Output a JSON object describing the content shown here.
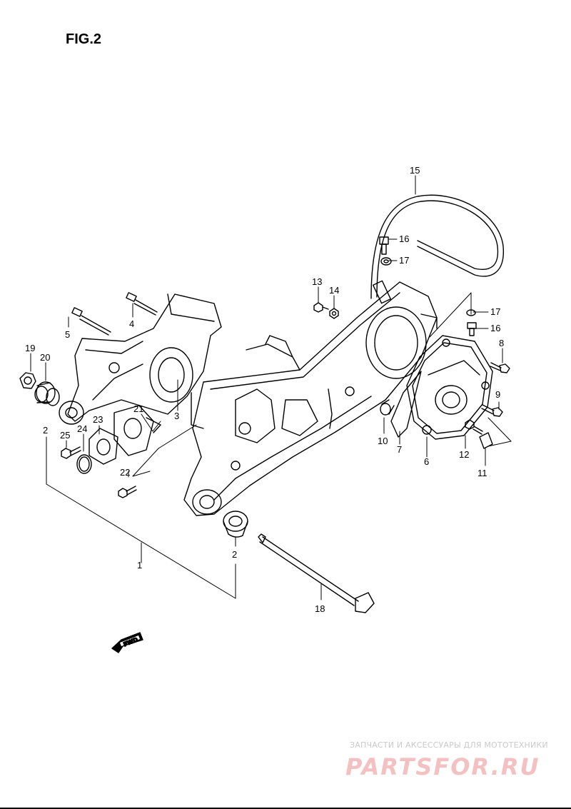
{
  "title": "FIG.2",
  "callouts": [
    {
      "id": "1",
      "text": "1"
    },
    {
      "id": "2a",
      "text": "2"
    },
    {
      "id": "2b",
      "text": "2"
    },
    {
      "id": "3",
      "text": "3"
    },
    {
      "id": "4",
      "text": "4"
    },
    {
      "id": "5",
      "text": "5"
    },
    {
      "id": "6",
      "text": "6"
    },
    {
      "id": "7",
      "text": "7"
    },
    {
      "id": "8",
      "text": "8"
    },
    {
      "id": "9",
      "text": "9"
    },
    {
      "id": "10",
      "text": "10"
    },
    {
      "id": "11",
      "text": "11"
    },
    {
      "id": "12",
      "text": "12"
    },
    {
      "id": "13",
      "text": "13"
    },
    {
      "id": "14",
      "text": "14"
    },
    {
      "id": "15",
      "text": "15"
    },
    {
      "id": "16a",
      "text": "16"
    },
    {
      "id": "16b",
      "text": "16"
    },
    {
      "id": "17a",
      "text": "17"
    },
    {
      "id": "17b",
      "text": "17"
    },
    {
      "id": "18",
      "text": "18"
    },
    {
      "id": "19",
      "text": "19"
    },
    {
      "id": "20",
      "text": "20"
    },
    {
      "id": "21",
      "text": "21"
    },
    {
      "id": "22",
      "text": "22"
    },
    {
      "id": "23",
      "text": "23"
    },
    {
      "id": "24",
      "text": "24"
    },
    {
      "id": "25",
      "text": "25"
    }
  ],
  "fwd_marker": "FWD",
  "watermark": {
    "tagline": "ЗАПЧАСТИ И АКСЕССУАРЫ ДЛЯ МОТОТЕХНИКИ",
    "logo": "PARTSFOR.RU"
  }
}
